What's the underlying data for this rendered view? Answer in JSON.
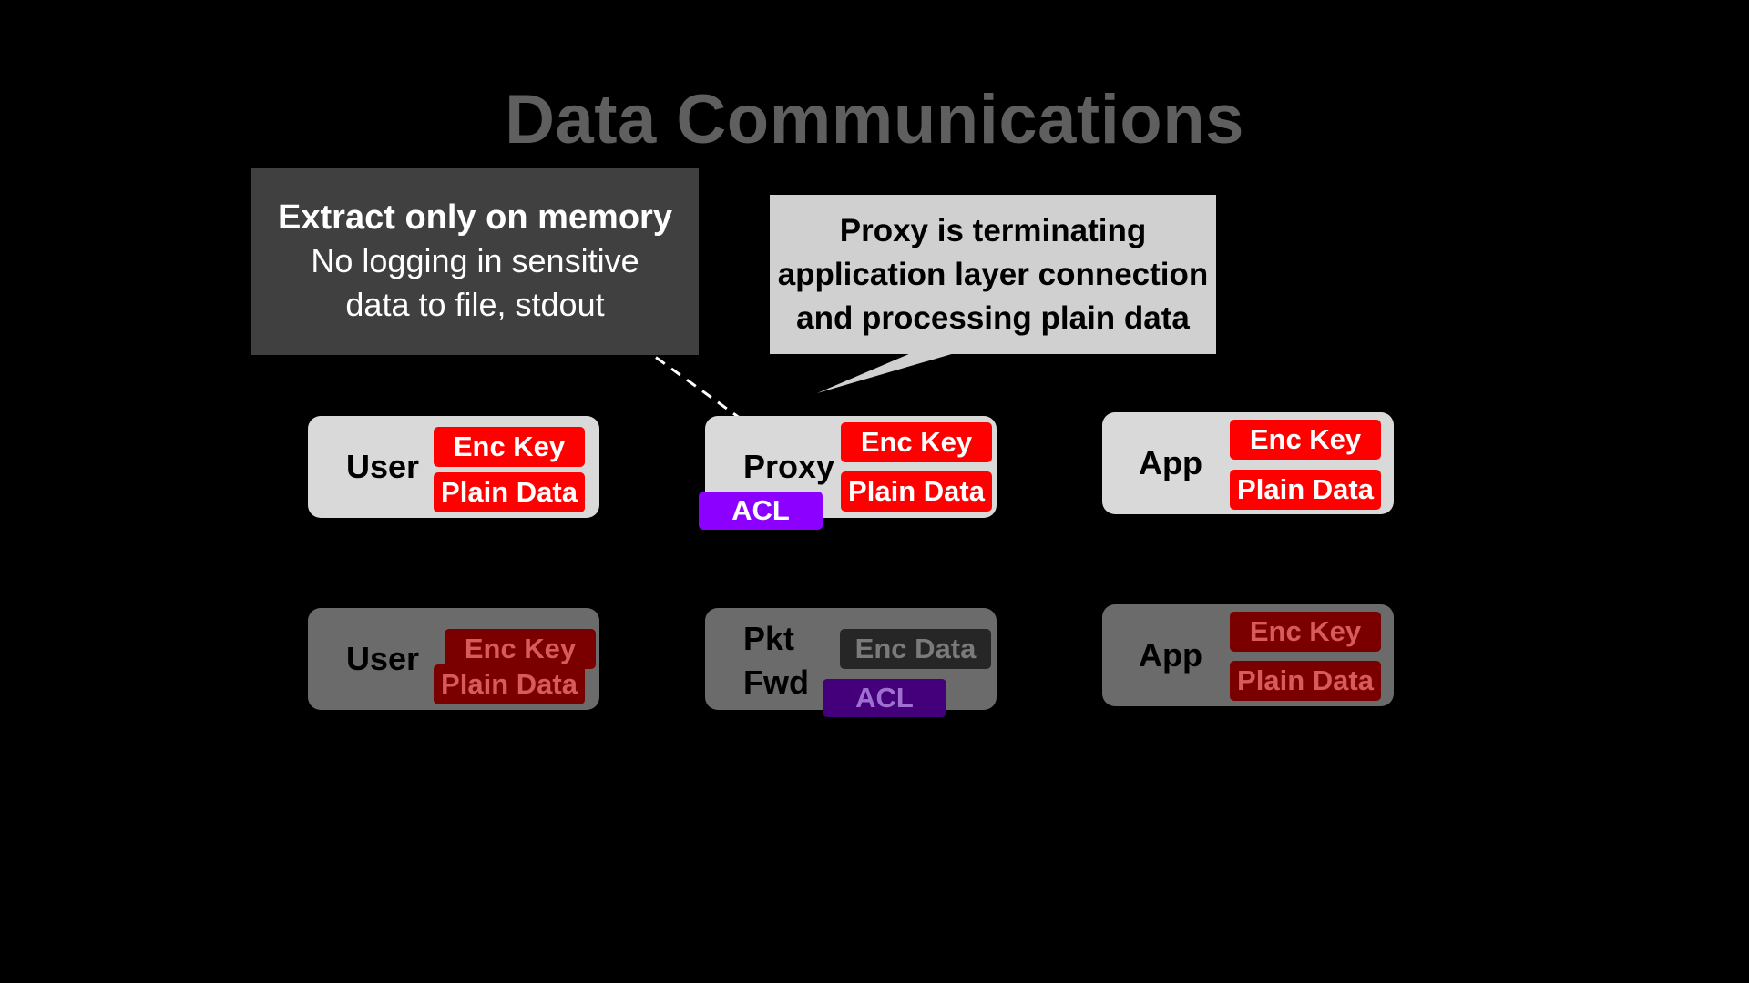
{
  "title": "Data Communications",
  "callout_memory": {
    "heading": "Extract only on memory",
    "body_line1": "No logging in sensitive",
    "body_line2": "data to file, stdout"
  },
  "callout_proxy": {
    "line1": "Proxy is terminating",
    "line2": "application layer connection",
    "line3": "and processing plain data"
  },
  "top_row": {
    "user": {
      "label": "User",
      "enc_key": "Enc Key",
      "plain_data": "Plain Data"
    },
    "proxy": {
      "label": "Proxy",
      "enc_key": "Enc Key",
      "plain_data": "Plain Data",
      "acl": "ACL"
    },
    "app": {
      "label": "App",
      "enc_key": "Enc Key",
      "plain_data": "Plain Data"
    }
  },
  "bottom_row": {
    "user": {
      "label": "User",
      "enc_key": "Enc Key",
      "plain_data": "Plain Data"
    },
    "pkt_fwd": {
      "label_line1": "Pkt",
      "label_line2": "Fwd",
      "enc_data": "Enc Data",
      "acl": "ACL"
    },
    "app": {
      "label": "App",
      "enc_key": "Enc Key",
      "plain_data": "Plain Data"
    }
  },
  "colors": {
    "background": "#000000",
    "title": "#5f5f5f",
    "key_red": "#ff0000",
    "key_dim_red": "#7a0000",
    "acl_purple": "#8b00ff",
    "acl_dim_purple": "#44007a",
    "box_light": "#d9d9d9",
    "box_dim": "#6b6b6b",
    "callout_dark": "#404040",
    "callout_light": "#d0d0d0"
  }
}
